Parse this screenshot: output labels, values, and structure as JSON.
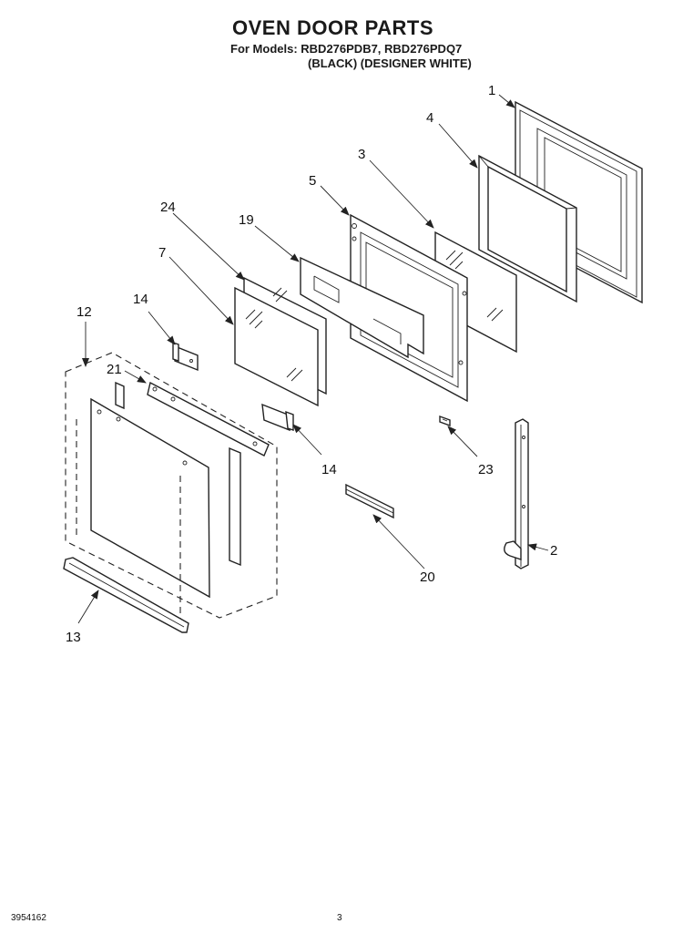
{
  "header": {
    "title": "OVEN DOOR PARTS",
    "models_line": "For Models: RBD276PDB7, RBD276PDQ7",
    "variants_line": "(BLACK)  (DESIGNER WHITE)"
  },
  "callouts": {
    "c1": "1",
    "c2": "2",
    "c3": "3",
    "c4": "4",
    "c5": "5",
    "c7": "7",
    "c12": "12",
    "c13": "13",
    "c14a": "14",
    "c14b": "14",
    "c19": "19",
    "c20": "20",
    "c21": "21",
    "c23": "23",
    "c24": "24"
  },
  "footer": {
    "code": "3954162",
    "page": "3"
  }
}
